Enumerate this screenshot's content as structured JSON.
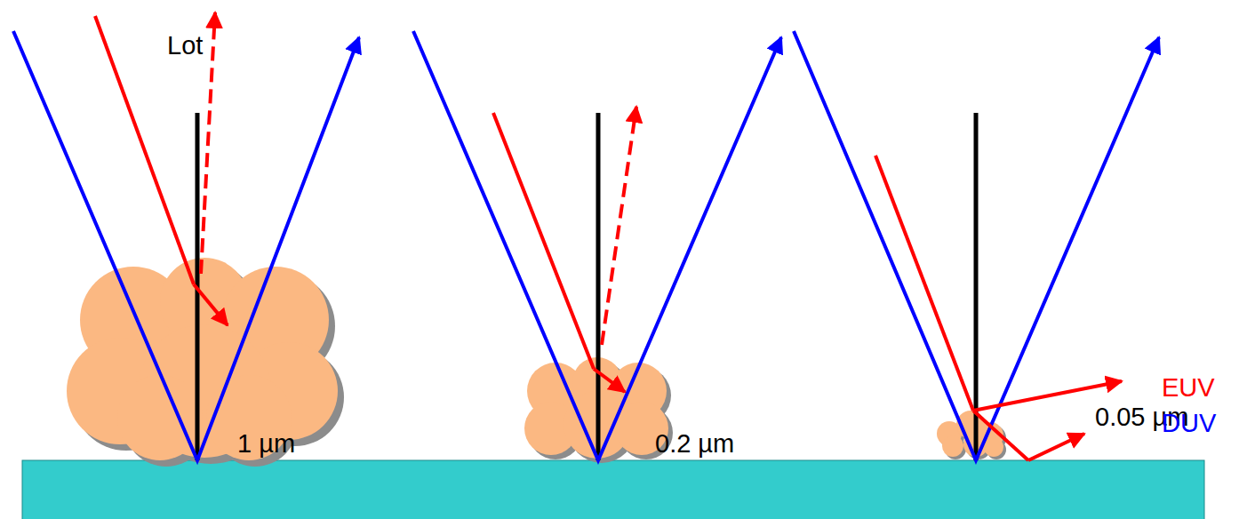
{
  "diagram": {
    "labels": [
      "Lot",
      "1 µm",
      "0.2 µm",
      "0.05 µm"
    ],
    "legend": [
      {
        "text": "EUV",
        "color": "#ff0000"
      },
      {
        "text": "DUV",
        "color": "#0000ff"
      }
    ]
  }
}
